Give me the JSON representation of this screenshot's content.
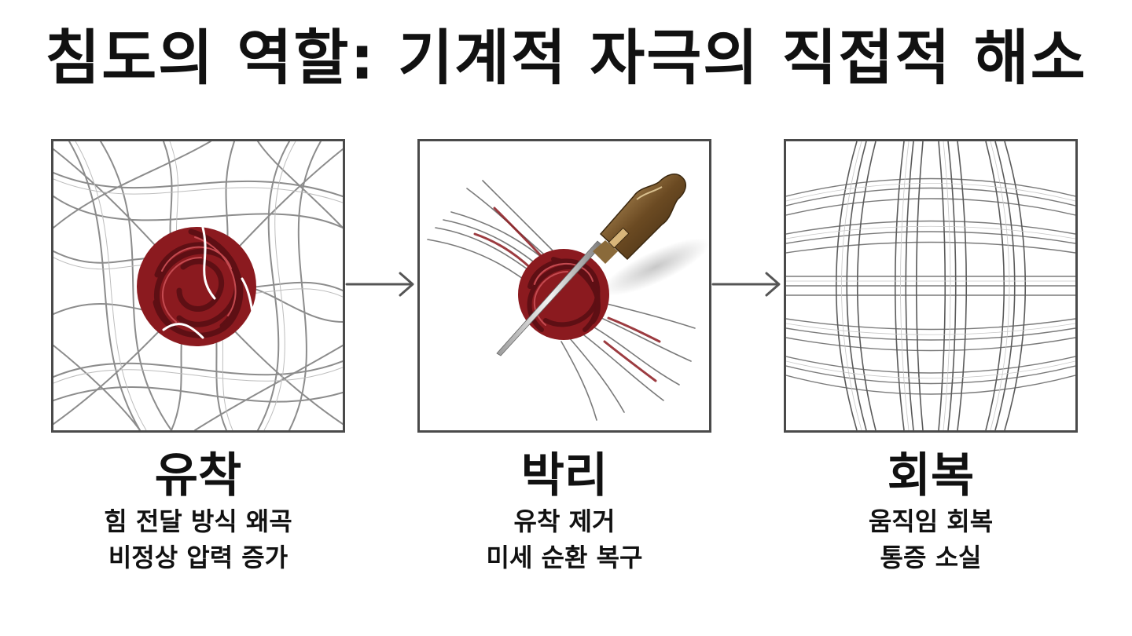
{
  "title": "침도의 역할: 기계적 자극의 직접적 해소",
  "stages": [
    {
      "heading": "유착",
      "lines": [
        "힘 전달 방식 왜곡",
        "비정상 압력 증가"
      ],
      "illustration": "knotted-fibers"
    },
    {
      "heading": "박리",
      "lines": [
        "유착 제거",
        "미세 순환 복구"
      ],
      "illustration": "needle-release"
    },
    {
      "heading": "회복",
      "lines": [
        "움직임 회복",
        "통증 소실"
      ],
      "illustration": "aligned-fibers"
    }
  ],
  "colors": {
    "knot": "#8b1a1f",
    "knot_dark": "#5e0f14",
    "fiber": "#8c8c8c",
    "border": "#4a4a4a",
    "arrow": "#555555",
    "handle": "#6b4a22"
  }
}
